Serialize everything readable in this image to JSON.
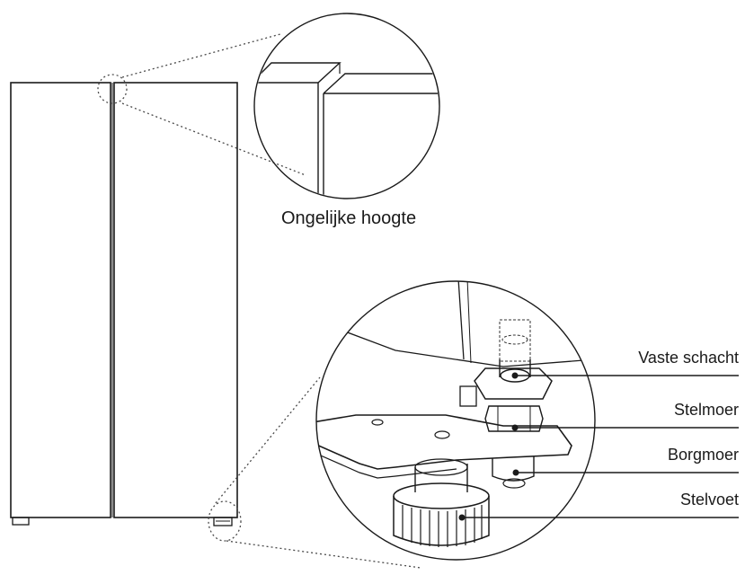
{
  "callouts": {
    "top_zoom_caption": "Ongelijke hoogte",
    "parts": [
      {
        "key": "fixed_shaft",
        "label": "Vaste schacht"
      },
      {
        "key": "adjusting_nut",
        "label": "Stelmoer"
      },
      {
        "key": "lock_nut",
        "label": "Borgmoer"
      },
      {
        "key": "adjustable_foot",
        "label": "Stelvoet"
      }
    ]
  }
}
